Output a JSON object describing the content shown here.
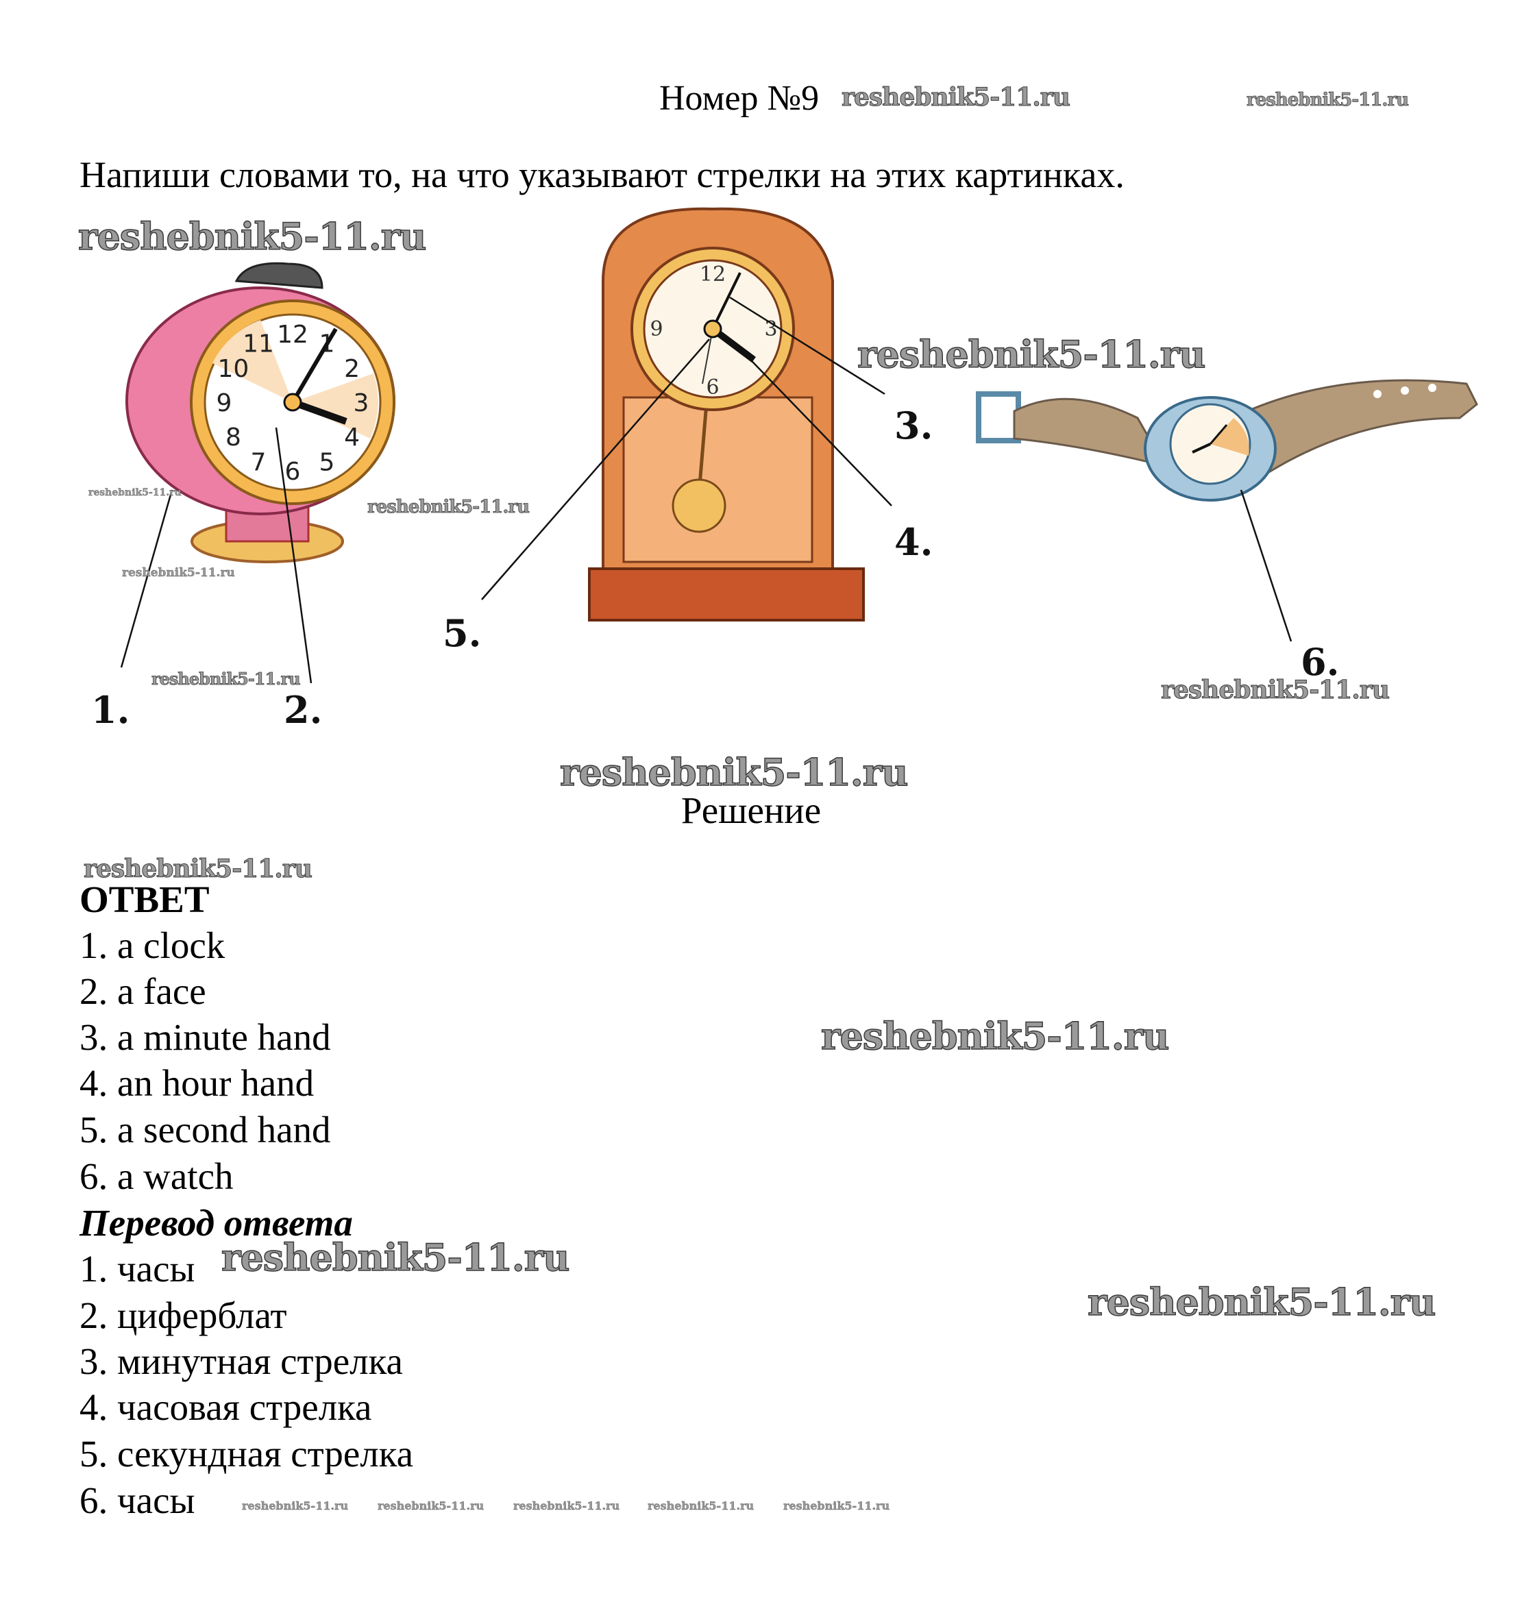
{
  "header": {
    "title": "Номер №9"
  },
  "task": {
    "instruction": "Напиши словами то, на что указывают стрелки на этих картинках."
  },
  "figure": {
    "labels": [
      "1.",
      "2.",
      "3.",
      "4.",
      "5.",
      "6."
    ],
    "alarm_clock_numbers": [
      "12",
      "1",
      "2",
      "3",
      "4",
      "5",
      "6",
      "7",
      "8",
      "9",
      "10",
      "11"
    ],
    "mantel_clock_numbers": [
      "12",
      "3",
      "6",
      "9"
    ]
  },
  "solution": {
    "heading": "Решение"
  },
  "answer": {
    "heading": "ОТВЕТ",
    "items": [
      "1. a clock",
      "2. a face",
      "3. a minute hand",
      "4. an hour hand",
      "5. a second hand",
      "6. a watch"
    ]
  },
  "translation": {
    "heading": "Перевод ответа",
    "items": [
      "1. часы",
      "2. циферблат",
      "3. минутная стрелка",
      "4. часовая стрелка",
      "5. секундная стрелка",
      "6. часы"
    ]
  },
  "watermark": {
    "text": "reshebnik5-11.ru"
  }
}
